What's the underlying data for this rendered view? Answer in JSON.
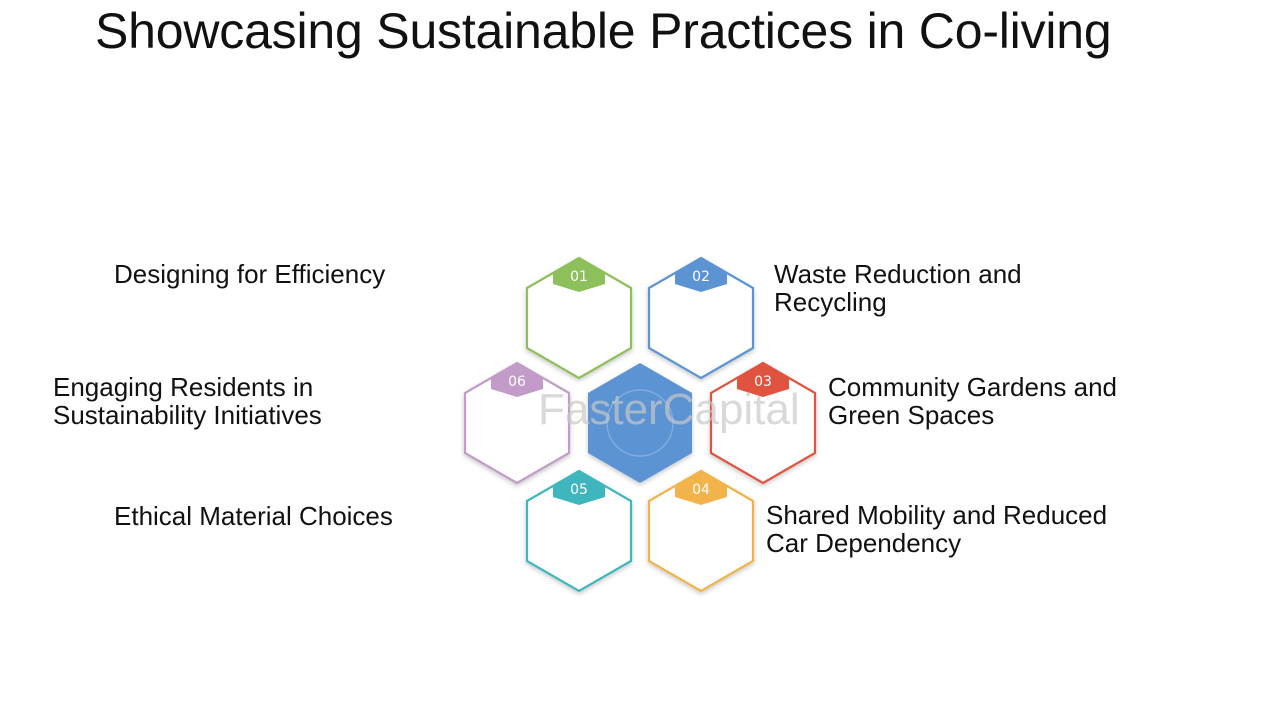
{
  "title": "Showcasing Sustainable Practices in Co-living",
  "items": [
    {
      "number": "01",
      "lines": [
        "Designing for Efficiency"
      ],
      "color": "#8dbf5a"
    },
    {
      "number": "02",
      "lines": [
        "Waste Reduction and",
        "Recycling"
      ],
      "color": "#5b93d3"
    },
    {
      "number": "03",
      "lines": [
        "Community Gardens and",
        "Green Spaces"
      ],
      "color": "#e0533f"
    },
    {
      "number": "04",
      "lines": [
        "Shared Mobility and Reduced",
        "Car Dependency"
      ],
      "color": "#f1b34a"
    },
    {
      "number": "05",
      "lines": [
        "Ethical Material Choices"
      ],
      "color": "#3fb6be"
    },
    {
      "number": "06",
      "lines": [
        "Engaging Residents in",
        "Sustainability Initiatives"
      ],
      "color": "#c39bc9"
    }
  ],
  "center_color": "#5b93d3",
  "watermark": "FasterCapital"
}
